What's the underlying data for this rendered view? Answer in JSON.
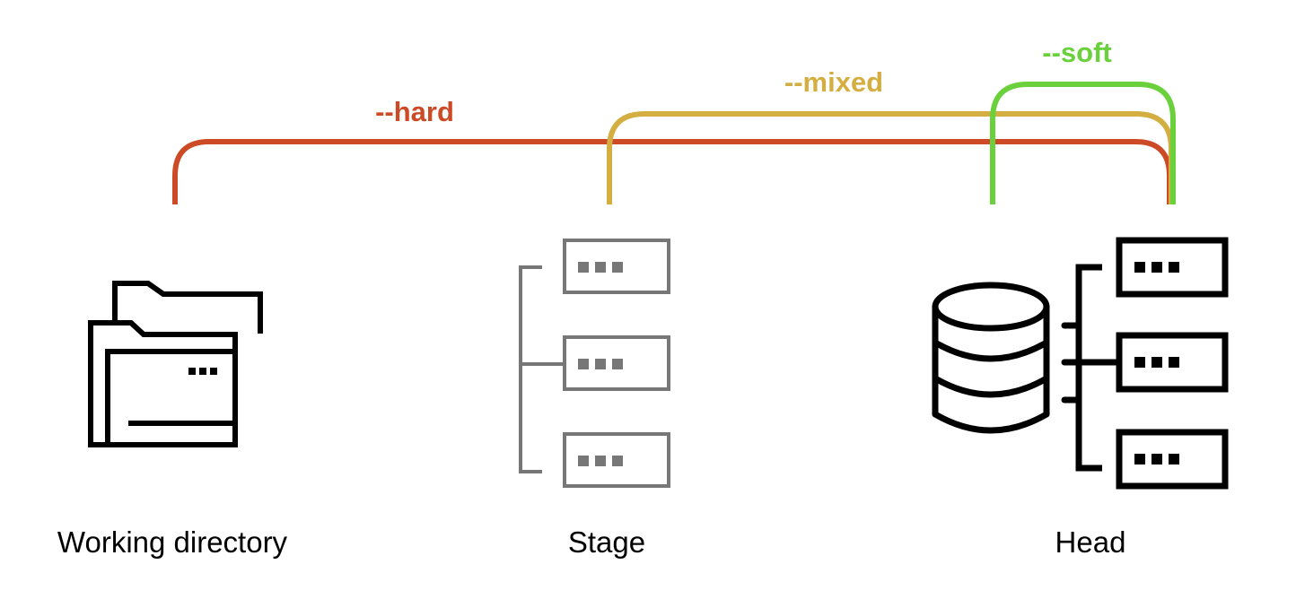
{
  "colors": {
    "hard": "#cc4b26",
    "mixed": "#d4ae40",
    "soft": "#6ad03c",
    "stage_icon": "#777777",
    "head_icon": "#000000",
    "working_icon": "#000000"
  },
  "arcs": {
    "hard": {
      "label": "--hard"
    },
    "mixed": {
      "label": "--mixed"
    },
    "soft": {
      "label": "--soft"
    }
  },
  "nodes": {
    "working": {
      "label": "Working directory",
      "icon": "folder-icon"
    },
    "stage": {
      "label": "Stage",
      "icon": "file-tree-icon"
    },
    "head": {
      "label": "Head",
      "icon": "database-tree-icon"
    }
  }
}
